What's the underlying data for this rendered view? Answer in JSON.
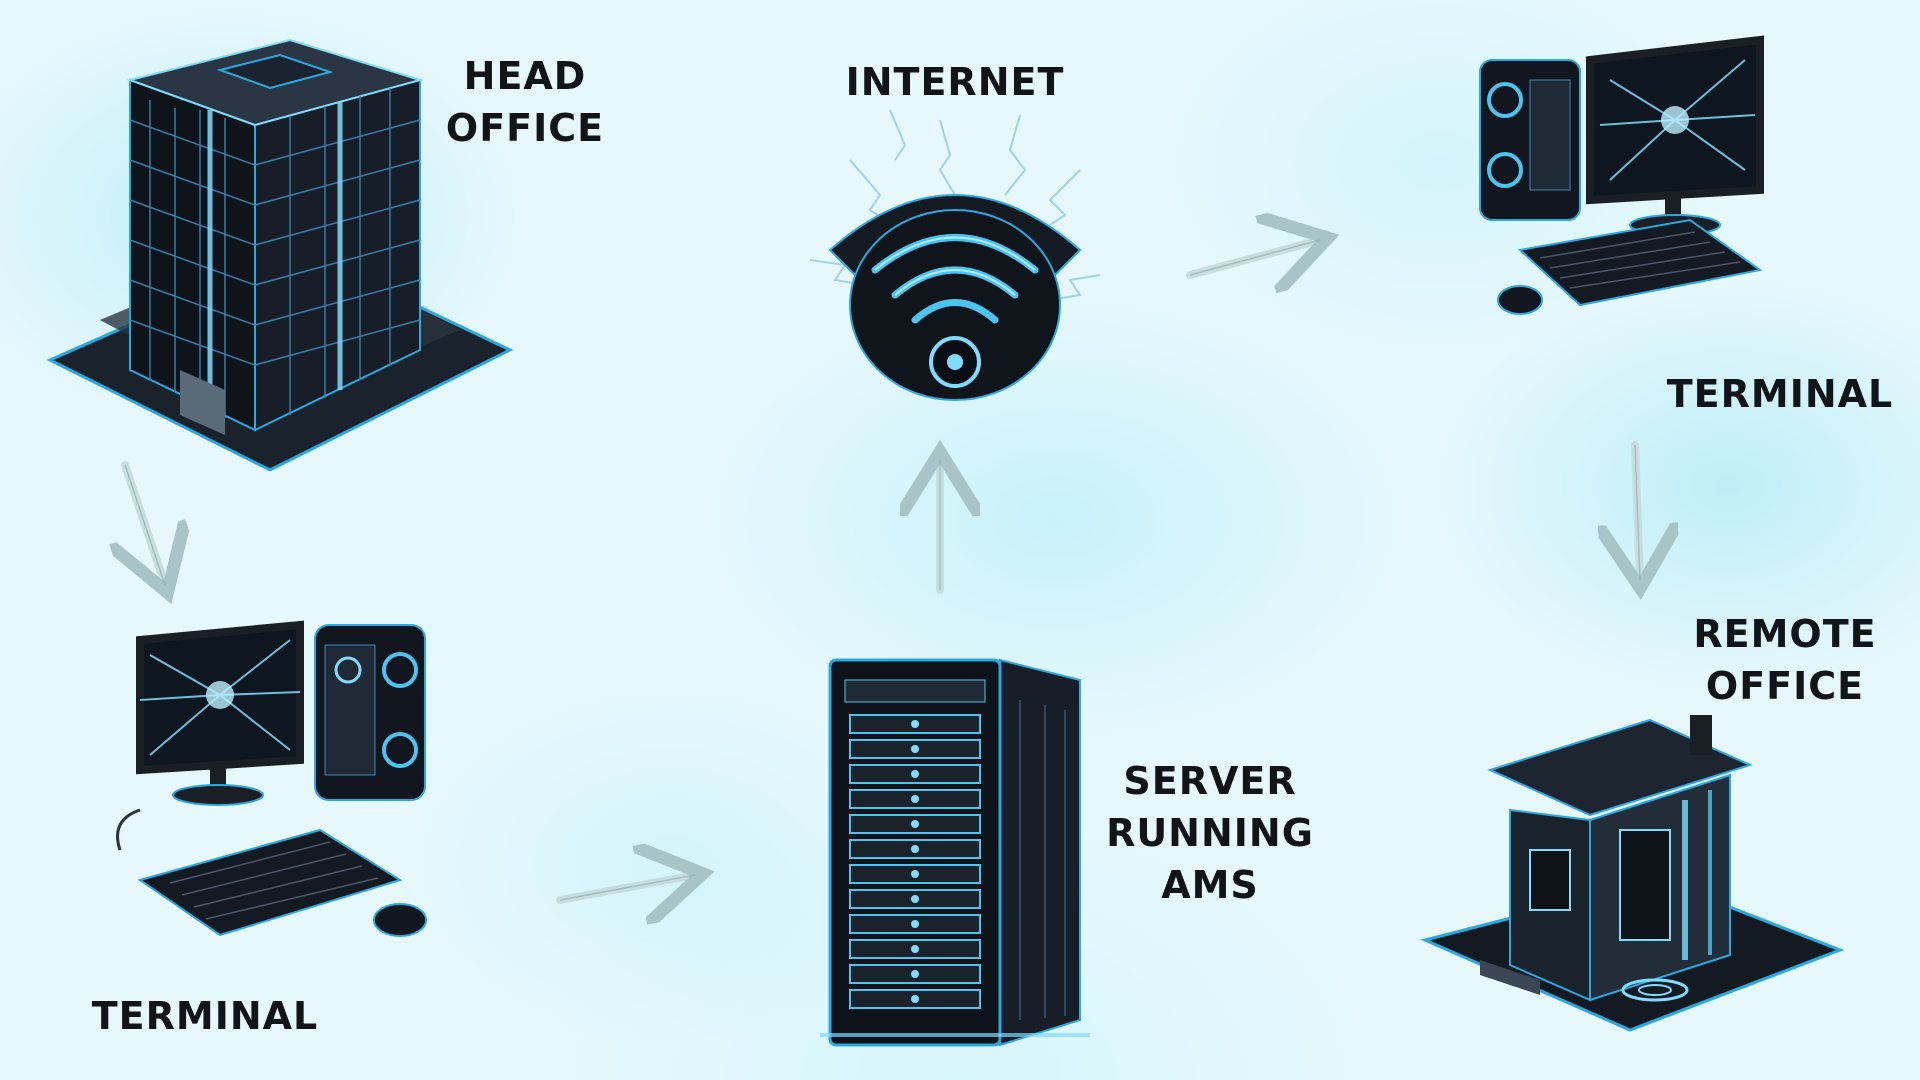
{
  "labels": {
    "head_office": [
      "HEAD",
      "OFFICE"
    ],
    "internet": "INTERNET",
    "terminal_top": "TERMINAL",
    "terminal_bottom": "TERMINAL",
    "server": [
      "SERVER",
      "RUNNING",
      "AMS"
    ],
    "remote_office": [
      "REMOTE",
      "OFFICE"
    ]
  },
  "icons": {
    "head_office": "office-building-icon",
    "internet": "wifi-signal-icon",
    "terminal_top": "desktop-computer-icon",
    "terminal_bottom": "desktop-computer-icon",
    "server": "server-rack-icon",
    "remote_office": "house-icon"
  },
  "colors": {
    "accent": "#2aa8e0",
    "glow": "#7fdcff",
    "dark": "#141a22",
    "arrow": "#c8dede",
    "text": "#111418"
  }
}
